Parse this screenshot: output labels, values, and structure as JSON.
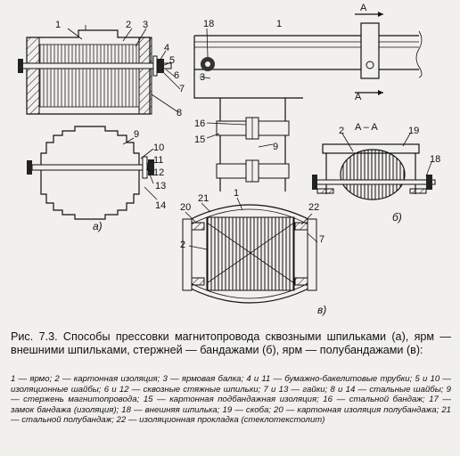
{
  "figure": {
    "labels_a": [
      "1",
      "2",
      "3",
      "4",
      "5",
      "6",
      "7",
      "8",
      "9",
      "10",
      "11",
      "12",
      "13",
      "14"
    ],
    "labels_b": [
      "18",
      "1",
      "3",
      "16",
      "15",
      "9",
      "A",
      "A",
      "2",
      "19",
      "18"
    ],
    "section_label": "A – A",
    "labels_c": [
      "21",
      "20",
      "1",
      "22",
      "2",
      "7"
    ],
    "sub_a": "а)",
    "sub_b": "б)",
    "sub_c": "в)"
  },
  "caption": "Рис. 7.3. Способы прессовки магнитопровода сквозными шпильками (а), ярм — внешними шпильками, стержней — бандажами (б), ярм — полубандажами (в):",
  "legend": "1 — ярмо; 2 — картонная изоляция; 3 — ярмовая балка; 4 и 11 — бумажно-бакелитовые трубки; 5 и 10 — изоляционные шайбы; 6 и 12 — сквозные стяжные шпильки; 7 и 13 — гайки; 8 и 14 — стальные шайбы; 9 — стержень магнитопровода; 15 — картонная подбандажная изоляция; 16 — стальной бандаж; 17 — замок бандажа (изоляция); 18 — внешняя шпилька; 19 — скоба; 20 — картонная изоляция полубандажа; 21 — стальной полубандаж; 22 — изоляционная прокладка (стеклотекстолит)"
}
